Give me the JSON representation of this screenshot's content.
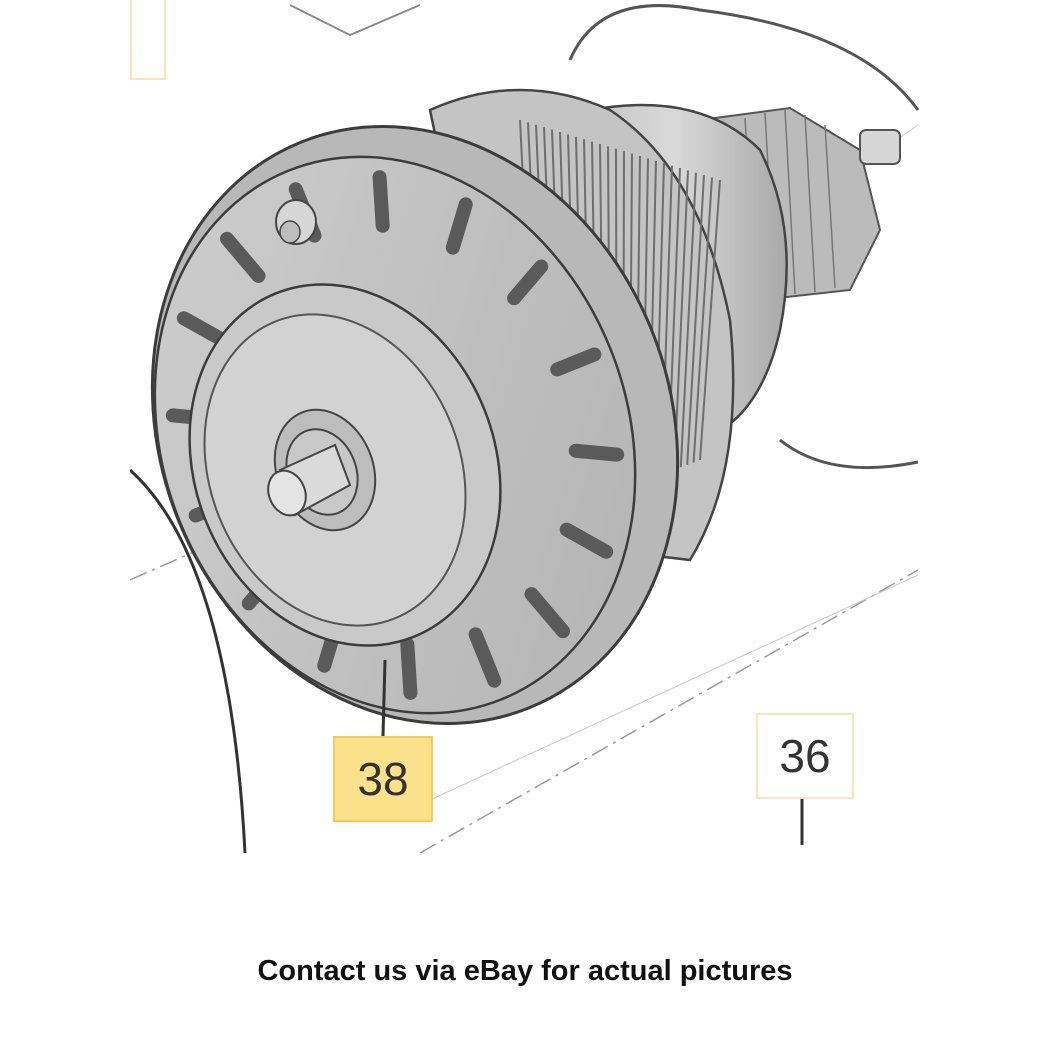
{
  "callouts": {
    "part_38": "38",
    "part_36": "36"
  },
  "caption": "Contact us via eBay for actual pictures",
  "colors": {
    "highlight_fill": "#fbe28a",
    "highlight_border": "#f2cc55",
    "part_gray": "#c9c9c9",
    "line_gray": "#6a6a6a"
  }
}
